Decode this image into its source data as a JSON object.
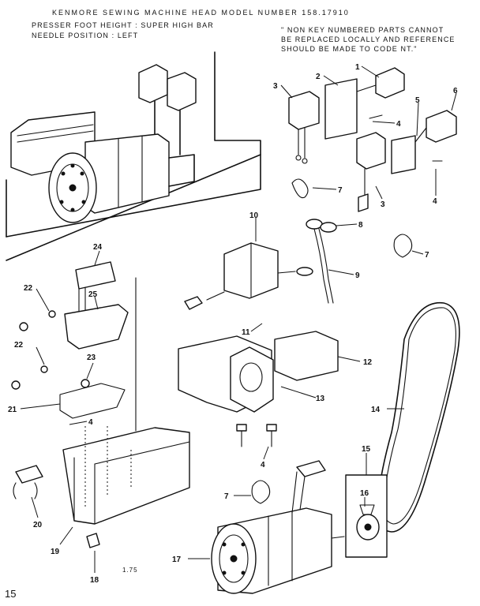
{
  "header": {
    "title": "KENMORE SEWING MACHINE HEAD  MODEL NUMBER 158.17910",
    "spec_line1": "PRESSER FOOT HEIGHT : SUPER HIGH BAR",
    "spec_line2": "NEEDLE POSITION : LEFT",
    "note_line1": "\" NON KEY NUMBERED PARTS CANNOT",
    "note_line2": "BE REPLACED LOCALLY AND REFERENCE",
    "note_line3": "SHOULD BE MADE TO CODE NT.\""
  },
  "callouts": [
    "1",
    "2",
    "3",
    "4",
    "5",
    "6",
    "4",
    "7",
    "3",
    "10",
    "8",
    "7",
    "9",
    "24",
    "11",
    "22",
    "25",
    "12",
    "22",
    "23",
    "13",
    "21",
    "4",
    "14",
    "15",
    "16",
    "4",
    "7",
    "20",
    "19",
    "18",
    "17"
  ],
  "footer": {
    "scale_text": "1.75",
    "page_number": "15"
  }
}
